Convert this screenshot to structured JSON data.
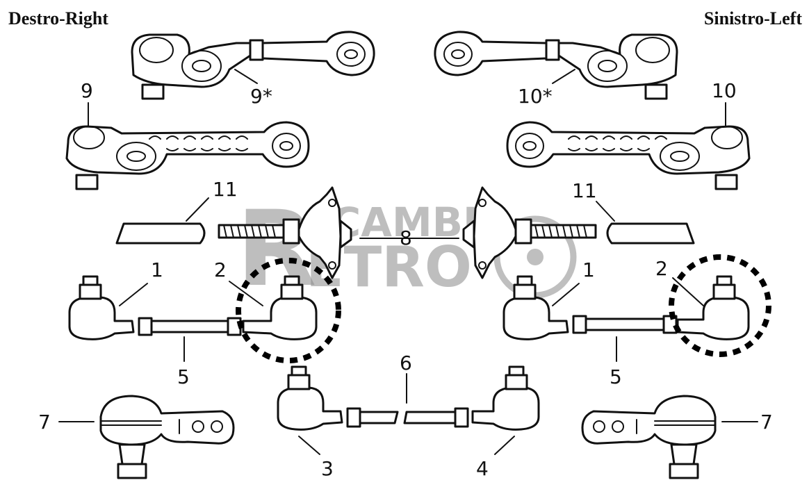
{
  "headings": {
    "left": "Destro-Right",
    "right": "Sinistro-Left"
  },
  "watermark": {
    "line1": "ICAMBI",
    "line2": "ETRO",
    "initial": "R"
  },
  "callouts": {
    "p1_left": "1",
    "p1_right": "1",
    "p2_left": "2",
    "p2_right": "2",
    "p3": "3",
    "p4": "4",
    "p5_left": "5",
    "p5_right": "5",
    "p6": "6",
    "p7_left": "7",
    "p7_right": "7",
    "p8": "8",
    "p9": "9",
    "p9s": "9*",
    "p10": "10",
    "p10s": "10*",
    "p11_left": "11",
    "p11_right": "11"
  },
  "highlight": {
    "style": "dashed-circle",
    "color": "#000000",
    "targets": [
      "p2_left",
      "p2_right"
    ]
  },
  "colors": {
    "line": "#111111",
    "watermark": "#8a8a8a",
    "background": "#ffffff"
  }
}
